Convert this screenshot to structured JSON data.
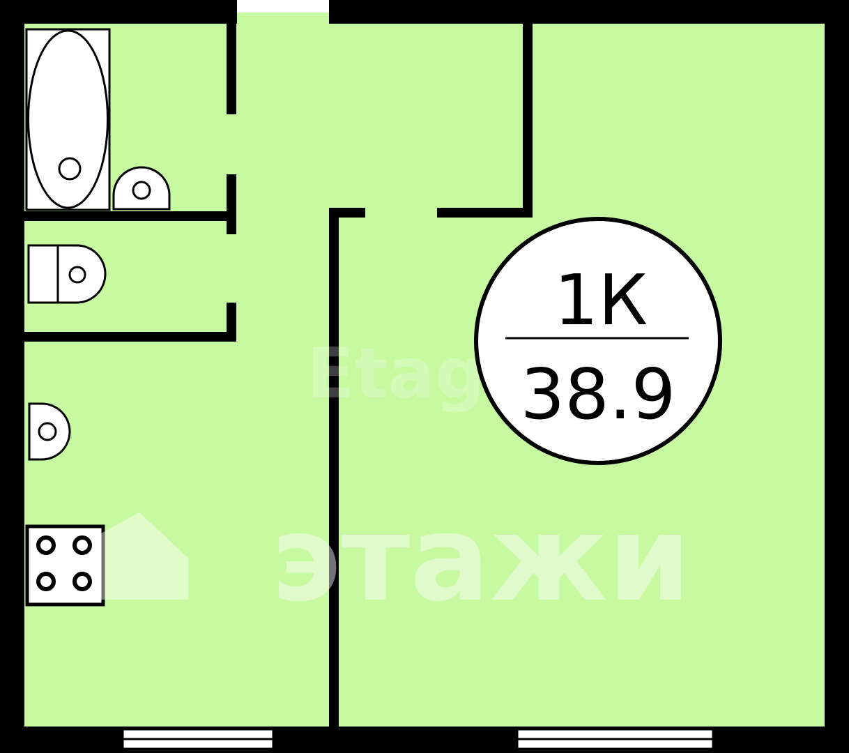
{
  "plan": {
    "rooms_label": "1К",
    "area_label": "38.9",
    "watermark_brand": "этажи",
    "watermark_latin": "Etagi"
  },
  "colors": {
    "floor": "#c6f9a0",
    "wall": "#000000",
    "badge_fill": "#ffffff",
    "watermark": "#ffffff"
  },
  "fixtures": {
    "bathtub": "bathtub-icon",
    "bathroom_sink": "sink-icon",
    "toilet": "toilet-icon",
    "kitchen_sink": "sink-icon",
    "stove": "stove-icon"
  }
}
